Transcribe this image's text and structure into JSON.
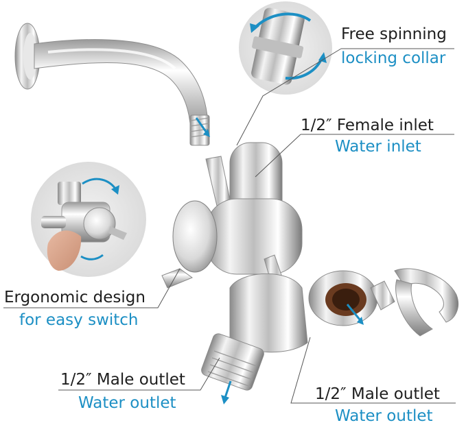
{
  "callouts": {
    "collar": {
      "title": "Free spinning",
      "subtitle": "locking collar"
    },
    "inlet": {
      "title": "1/2″ Female inlet",
      "subtitle": "Water inlet"
    },
    "design": {
      "title": "Ergonomic design",
      "subtitle": "for easy switch"
    },
    "outlet_left": {
      "title": "1/2″ Male outlet",
      "subtitle": "Water outlet"
    },
    "outlet_right": {
      "title": "1/2″ Male outlet",
      "subtitle": "Water outlet"
    }
  },
  "colors": {
    "accent": "#1c8fc4",
    "text": "#1e1e1e",
    "chrome_light": "#f2f2f2",
    "chrome_dark": "#6e6e6e",
    "circle_bg": "#e9e9e9"
  }
}
